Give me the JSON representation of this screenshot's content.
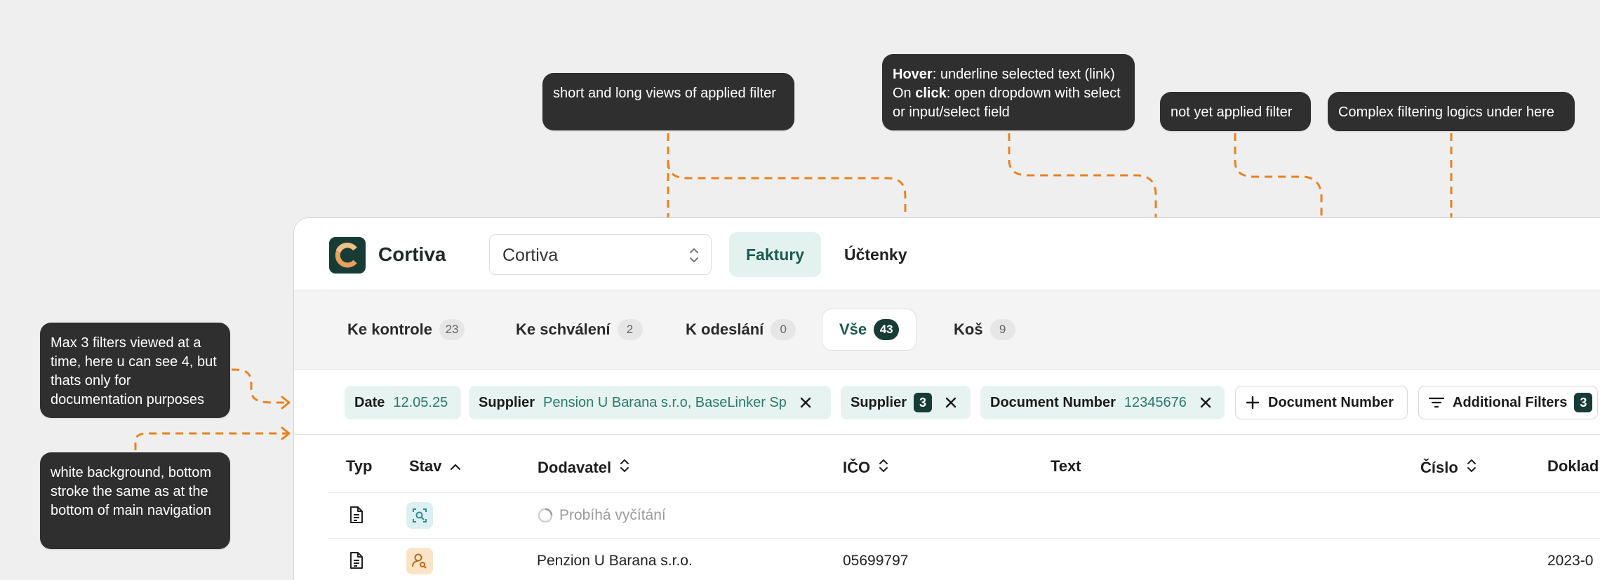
{
  "notes": {
    "max_filters": "Max 3 filters viewed at a time, here u can see 4, but thats only for documentation purposes",
    "white_bg": "white background, bottom stroke the same as at the bottom of main navigation",
    "short_long": "short and long views of applied filter",
    "hover_bold": "Hover",
    "hover_rest": ": underline selected text (link)",
    "click_pre": "On ",
    "click_bold": "click",
    "click_rest": ":  open dropdown with select or input/select field",
    "not_applied": "not yet applied filter",
    "complex": "Complex filtering logics under here"
  },
  "app": {
    "brand": "Cortiva",
    "select_value": "Cortiva",
    "nav": [
      "Faktury",
      "Účtenky"
    ]
  },
  "status_tabs": [
    {
      "label": "Ke kontrole",
      "count": "23"
    },
    {
      "label": "Ke schválení",
      "count": "2"
    },
    {
      "label": "K odeslání",
      "count": "0"
    },
    {
      "label": "Vše",
      "count": "43"
    },
    {
      "label": "Koš",
      "count": "9"
    }
  ],
  "filters": {
    "date_key": "Date",
    "date_val": "12.05.25",
    "supplier_key": "Supplier",
    "supplier_val": "Pension U Barana s.r.o, BaseLinker Sp",
    "supplier2_key": "Supplier",
    "supplier2_count": "3",
    "docnum_key": "Document Number",
    "docnum_val": "12345676",
    "add_docnum": "Document Number",
    "additional": "Additional Filters",
    "additional_count": "3"
  },
  "columns": [
    "Typ",
    "Stav",
    "Dodavatel",
    "IČO",
    "Text",
    "Číslo",
    "Doklad"
  ],
  "rows": [
    {
      "dodavatel": "Probíhá vyčítání",
      "ico": "",
      "cislo": ""
    },
    {
      "dodavatel": "Penzion U Barana s.r.o.",
      "ico": "05699797",
      "cislo": "2023-0"
    }
  ],
  "colors": {
    "accent": "#173c36",
    "accent_light": "#e7f3f0",
    "connector": "#e8821e",
    "note_bg": "#2f2f2f"
  }
}
